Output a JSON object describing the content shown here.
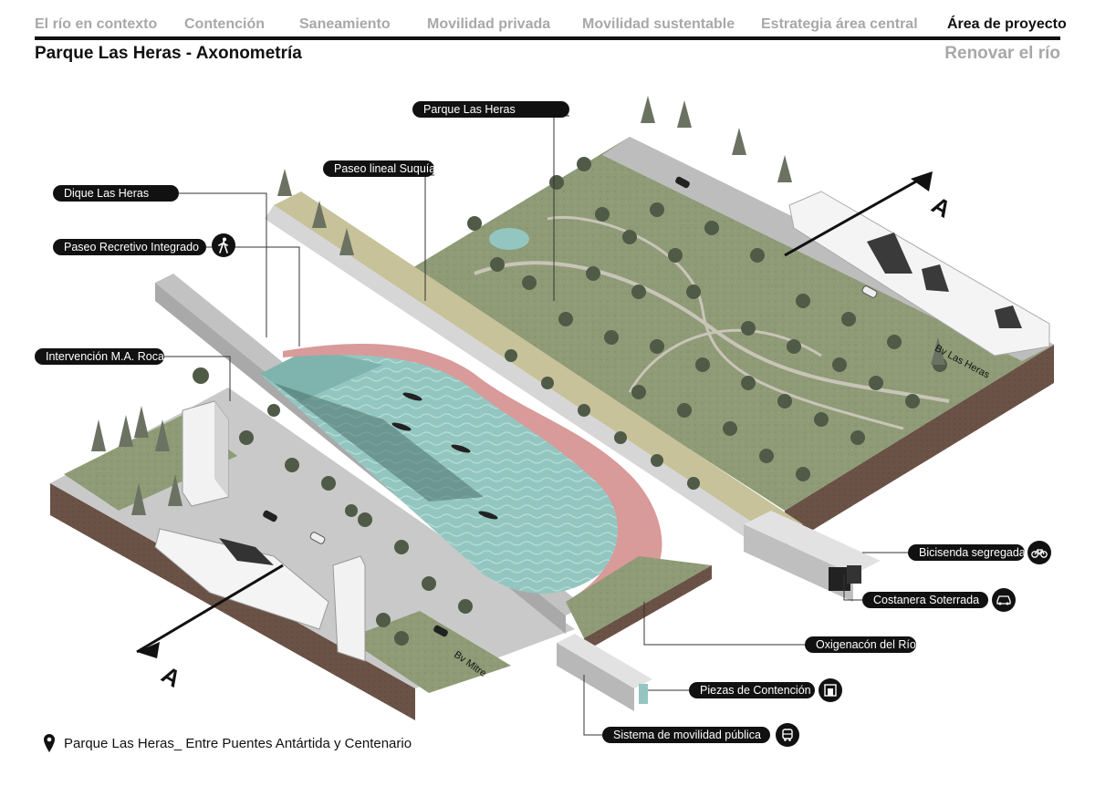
{
  "nav": {
    "items": [
      {
        "label": "El río en contexto",
        "active": false
      },
      {
        "label": "Contención",
        "active": false
      },
      {
        "label": "Saneamiento",
        "active": false
      },
      {
        "label": "Movilidad privada",
        "active": false
      },
      {
        "label": "Movilidad sustentable",
        "active": false
      },
      {
        "label": "Estrategia área central",
        "active": false
      },
      {
        "label": "Área de proyecto",
        "active": true
      }
    ]
  },
  "header": {
    "title": "Parque Las Heras - Axonometría",
    "subtitle": "Renovar el río"
  },
  "labels": {
    "parque": "Parque Las Heras",
    "paseo_lineal": "Paseo lineal Suquía",
    "dique": "Dique Las Heras",
    "paseo_recreativo": "Paseo Recretivo Integrado",
    "intervencion": "Intervención M.A. Roca",
    "bicisenda": "Bicisenda segregada",
    "costanera": "Costanera Soterrada",
    "oxigenacion": "Oxigenacón del Río",
    "piezas": "Piezas de Contención",
    "movilidad": "Sistema de movilidad pública"
  },
  "streets": {
    "bv_las_heras": "Bv Las Heras",
    "bv_mitre": "Bv Mitre"
  },
  "section_marks": {
    "top": "A",
    "bottom": "A"
  },
  "icons": {
    "pedestrian": "pedestrian-icon",
    "bicycle": "bicycle-icon",
    "car": "car-icon",
    "containment": "containment-icon",
    "bus": "bus-icon",
    "pin": "location-pin-icon"
  },
  "footer": {
    "location": "Parque Las Heras_ Entre Puentes Antártida y Centenario"
  },
  "colors": {
    "water": "#8fc2bd",
    "park": "#8e9b76",
    "path_pink": "#d99a9a",
    "soil": "#6b5246",
    "concrete": "#c9c9c9",
    "tree": "#4f5b47"
  }
}
